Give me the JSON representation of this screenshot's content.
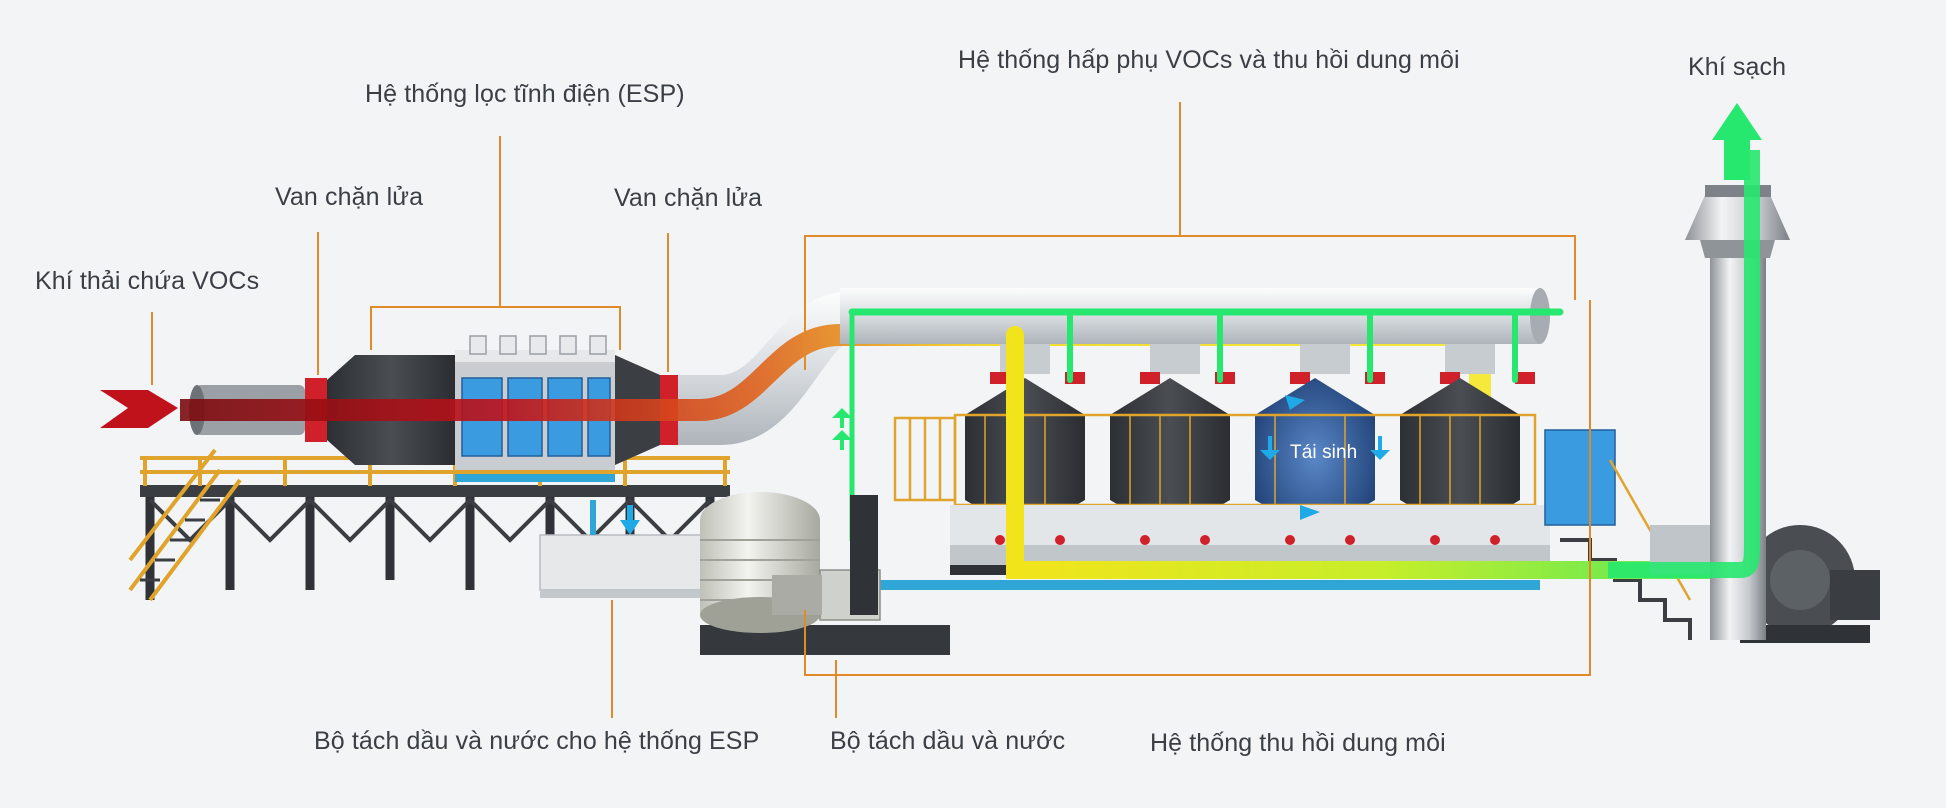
{
  "labels": {
    "inlet": "Khí thải chứa VOCs",
    "fire_valve_left": "Van chặn lửa",
    "esp": "Hệ thống lọc tĩnh điện (ESP)",
    "fire_valve_right": "Van chặn lửa",
    "adsorption": "Hệ thống hấp phụ VOCs và thu hồi dung môi",
    "clean_air": "Khí sạch",
    "regeneration": "Tái sinh",
    "esp_oil_water": "Bộ tách dầu và nước cho hệ thống ESP",
    "oil_water": "Bộ tách dầu và nước",
    "solvent_recovery": "Hệ thống thu hồi dung môi"
  },
  "colors": {
    "callout_line": "#e08a2a",
    "dirty_flow": "#c0121a",
    "mid_flow": "#f2d61a",
    "clean_flow": "#27e86e",
    "water_flow": "#1fa9e6",
    "text": "#3a3f45",
    "panel_blue": "#3b9be0"
  },
  "icons": [
    "inlet-arrow-icon",
    "outlet-arrow-icon",
    "water-arrow-icon"
  ]
}
